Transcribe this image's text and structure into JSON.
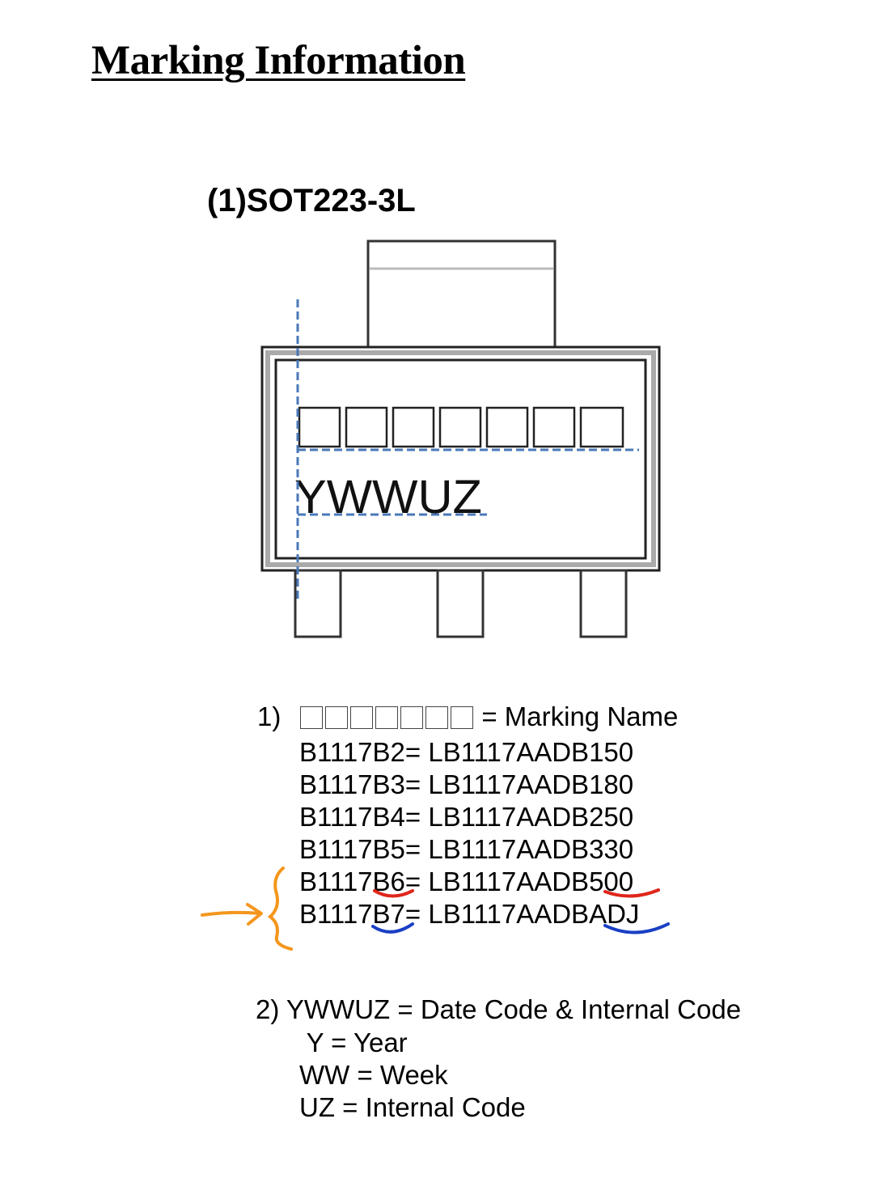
{
  "page": {
    "title": "Marking Information",
    "section": "(1)SOT223-3L"
  },
  "package": {
    "marking_placeholder_boxes": 7,
    "date_code_text": "YWWUZ"
  },
  "legend_1": {
    "number": "1)",
    "label": "= Marking Name",
    "entries": [
      "B1117B2= LB1117AADB150",
      "B1117B3= LB1117AADB180",
      "B1117B4= LB1117AADB250",
      "B1117B5= LB1117AADB330",
      "B1117B6= LB1117AADB500",
      "B1117B7= LB1117AADBADJ"
    ]
  },
  "legend_2": {
    "heading": "2) YWWUZ = Date Code & Internal Code",
    "items": [
      " Y = Year",
      "WW = Week",
      "UZ = Internal Code"
    ]
  },
  "annotation_colors": {
    "red": "#e0261b",
    "blue": "#1a3fc4",
    "orange": "#f4961c",
    "guide": "#4a78b8"
  }
}
